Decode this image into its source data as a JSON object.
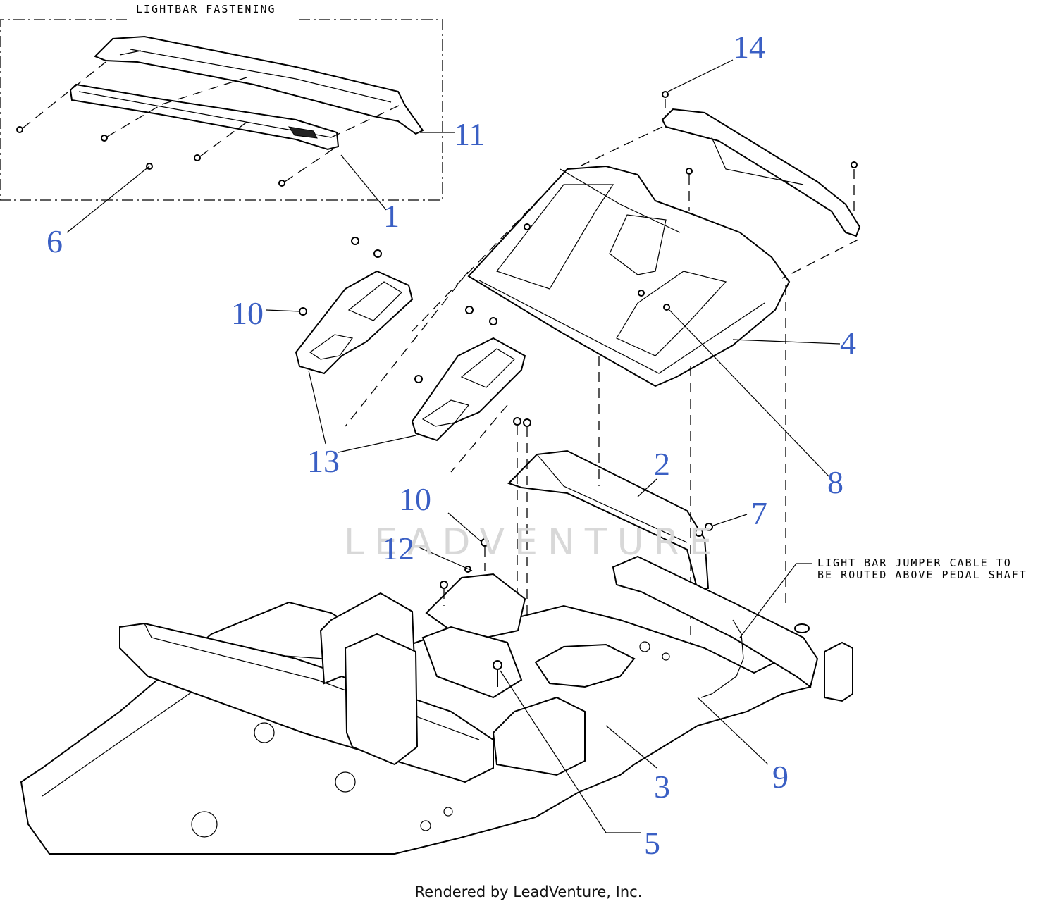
{
  "diagram": {
    "box_title": "LIGHTBAR FASTENING",
    "note_line1": "LIGHT BAR JUMPER CABLE TO",
    "note_line2": "BE ROUTED ABOVE PEDAL SHAFT",
    "watermark": "LEADVENTURE",
    "footer": "Rendered by LeadVenture, Inc.",
    "callout_color": "#3a5fc4",
    "callouts": {
      "c1": "1",
      "c2": "2",
      "c3": "3",
      "c4": "4",
      "c5": "5",
      "c6": "6",
      "c7": "7",
      "c8": "8",
      "c9": "9",
      "c10a": "10",
      "c10b": "10",
      "c11": "11",
      "c12": "12",
      "c13": "13",
      "c14": "14"
    }
  }
}
